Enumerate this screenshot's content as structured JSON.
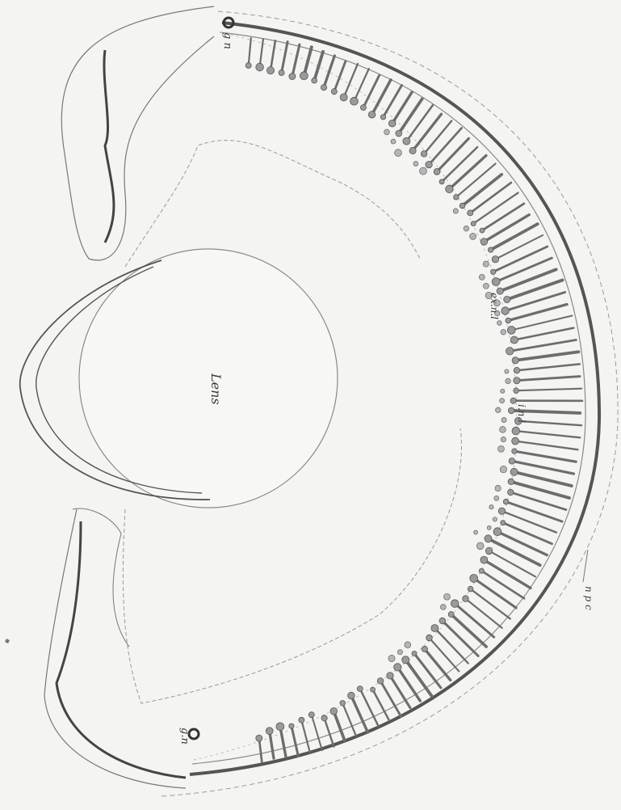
{
  "labels": {
    "lens": "Lens",
    "gn_top": "g n",
    "gn_bottom": "g.n",
    "exnl": "ex.n.l",
    "inl": "i.n.l",
    "npc": "n p c"
  },
  "colors": {
    "paper": "#f4f4f2",
    "ink": "#3a3a3a",
    "cell": "#6d6d6d"
  }
}
